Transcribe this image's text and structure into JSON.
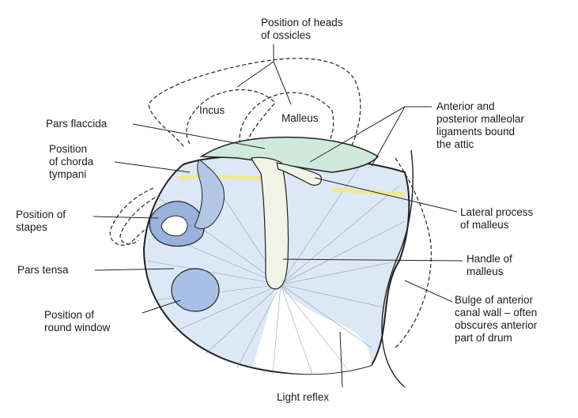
{
  "labels": {
    "heads_ossicles": [
      "Position of heads",
      "of ossicles"
    ],
    "incus": "Incus",
    "malleus": "Malleus",
    "pars_flaccida": "Pars flaccida",
    "chorda_tympani": [
      "Position",
      "of chorda",
      "tympani"
    ],
    "stapes": [
      "Position of",
      "stapes"
    ],
    "pars_tensa": "Pars tensa",
    "round_window": [
      "Position of",
      "round window"
    ],
    "light_reflex": "Light reflex",
    "ligaments": [
      "Anterior and",
      "posterior malleolar",
      "ligaments bound",
      "the attic"
    ],
    "lateral_process": [
      "Lateral process",
      "of malleus"
    ],
    "handle_malleus": [
      "Handle of",
      "malleus"
    ],
    "bulge": [
      "Bulge of anterior",
      "canal wall – often",
      "obscures anterior",
      "part of drum"
    ]
  },
  "colors": {
    "pars_tensa": "#dce8f6",
    "pars_flaccida": "#cfe9dd",
    "malleus": "#f1f3e6",
    "stapes": "#98b2dc",
    "round_window": "#a9c0e6",
    "chorda_highlight": "#f2ea8a",
    "outline": "#222222"
  }
}
